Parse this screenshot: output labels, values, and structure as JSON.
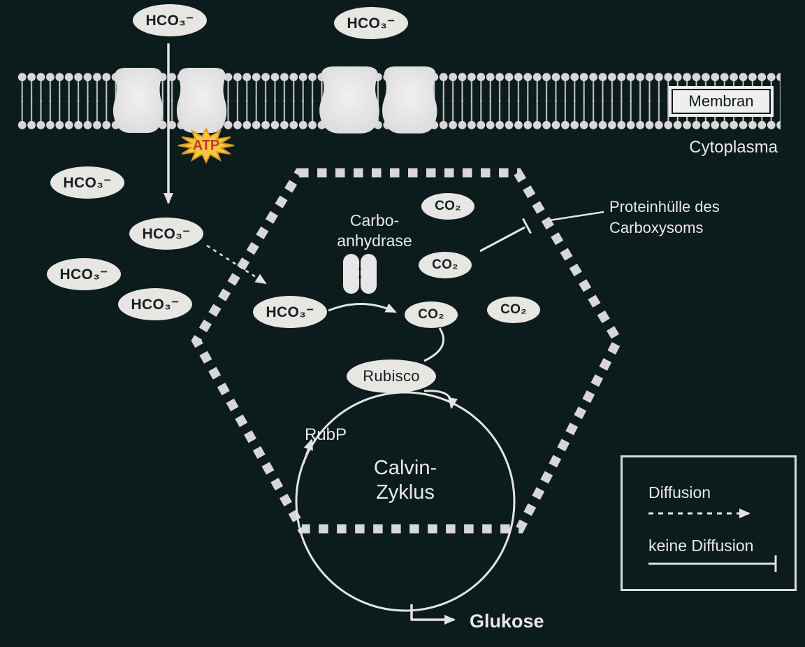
{
  "colors": {
    "background": "#0c1b1b",
    "shape_light": "#e7e6e3",
    "membrane_light": "#d8d8d8",
    "text_light": "#e9e9e7",
    "text_dark": "#15201f",
    "atp_star": "#f7c83e",
    "atp_text": "#c0392b"
  },
  "membrane": {
    "label": "Membran",
    "cytoplasm_label": "Cytoplasma"
  },
  "molecules": {
    "hco3": "HCO₃⁻",
    "co2": "CO₂",
    "atp": "ATP"
  },
  "carboxysome": {
    "shell_label": "Proteinhülle des\nCarboxysoms",
    "enzyme_label": "Carbo-\nanhydrase",
    "rubisco_label": "Rubisco",
    "rubp_label": "RubP",
    "cycle_label": "Calvin-\nZyklus",
    "product_label": "Glukose"
  },
  "legend": {
    "diffusion": "Diffusion",
    "no_diffusion": "keine Diffusion"
  }
}
